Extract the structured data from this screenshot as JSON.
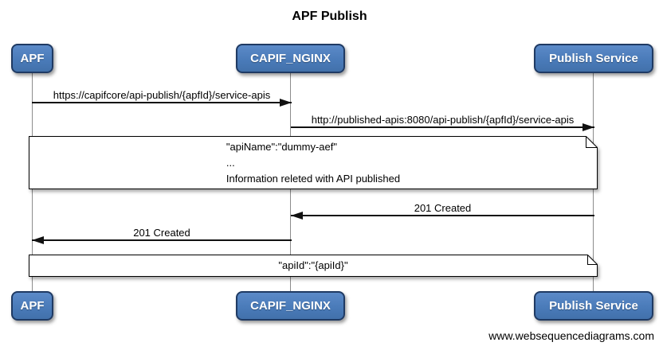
{
  "title": "APF Publish",
  "actors": [
    {
      "id": "apf",
      "name": "APF"
    },
    {
      "id": "capif-nginx",
      "name": "CAPIF_NGINX"
    },
    {
      "id": "publish-service",
      "name": "Publish Service"
    }
  ],
  "messages": [
    {
      "from": "APF",
      "to": "CAPIF_NGINX",
      "label": "https://capifcore/api-publish/{apfId}/service-apis",
      "direction": "right"
    },
    {
      "from": "CAPIF_NGINX",
      "to": "Publish Service",
      "label": "http://published-apis:8080/api-publish/{apfId}/service-apis",
      "direction": "right"
    },
    {
      "from": "Publish Service",
      "to": "CAPIF_NGINX",
      "label": "201 Created",
      "direction": "left"
    },
    {
      "from": "CAPIF_NGINX",
      "to": "APF",
      "label": "201 Created",
      "direction": "left"
    }
  ],
  "notes": [
    {
      "over": [
        "APF",
        "CAPIF_NGINX",
        "Publish Service"
      ],
      "lines": [
        "\"apiName\":\"dummy-aef\"",
        "...",
        "Information releted with API published"
      ]
    },
    {
      "over": [
        "APF",
        "CAPIF_NGINX",
        "Publish Service"
      ],
      "lines": [
        "\"apiId\":\"{apiId}\""
      ]
    }
  ],
  "watermark": "www.websequencediagrams.com",
  "colors": {
    "actor_fill": "#4a7bb9",
    "actor_border": "#1f3a63",
    "actor_text": "#ffffff",
    "message_line": "#111111",
    "lifeline": "#8c8c8c",
    "note_fill": "#ffffff",
    "note_border": "#000000",
    "background": "#ffffff"
  }
}
